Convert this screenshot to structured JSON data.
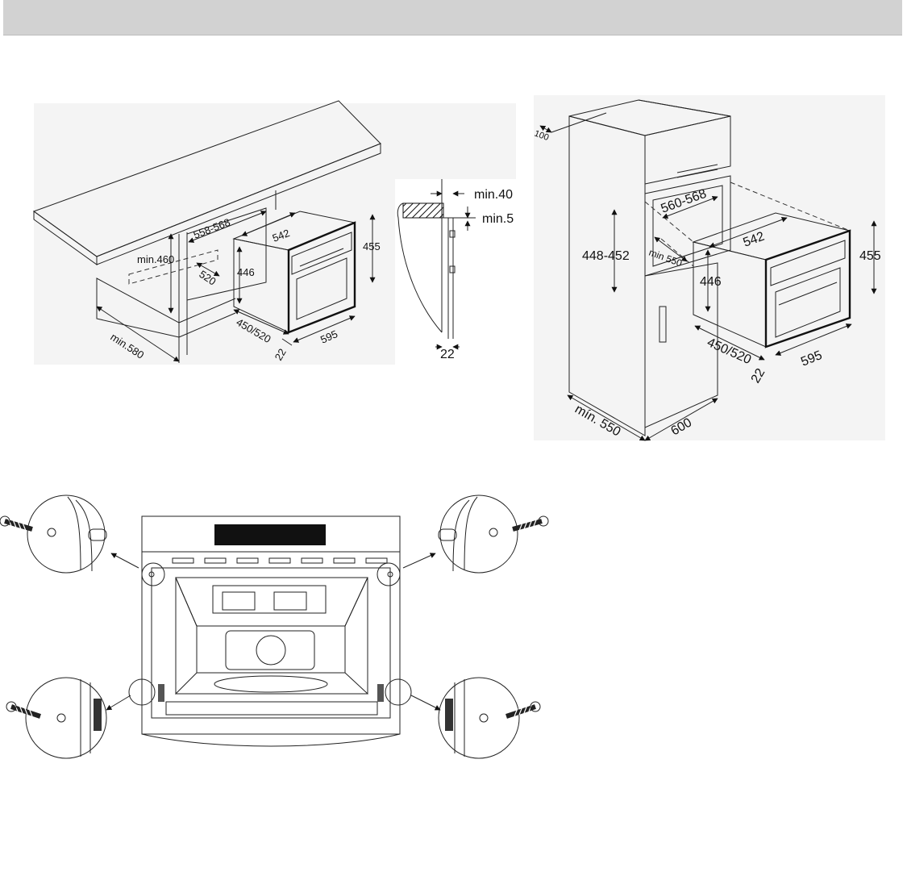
{
  "header": {
    "bar_color": "#d2d2d2"
  },
  "figure1": {
    "dims": {
      "d558": "558-568",
      "d542": "542",
      "d455": "455",
      "dmin460": "min.460",
      "d446": "446",
      "d520": "520",
      "d450": "450/520",
      "d595": "595",
      "d22": "22",
      "dmin580": "min.580"
    }
  },
  "figure2": {
    "dims": {
      "dmin40": "min.40",
      "dmin5": "min.5",
      "d22": "22"
    }
  },
  "figure3": {
    "dims": {
      "d100": "100",
      "d560": "560-568",
      "d448": "448-452",
      "dmin550": "min 550",
      "d542": "542",
      "d455": "455",
      "d446": "446",
      "d450": "450/520",
      "d22": "22",
      "d595": "595",
      "dmin550b": "mín. 550",
      "d600": "600"
    }
  },
  "figure4": {
    "callouts": [
      "screw-top-left",
      "screw-top-right",
      "screw-bottom-left",
      "screw-bottom-right"
    ]
  }
}
